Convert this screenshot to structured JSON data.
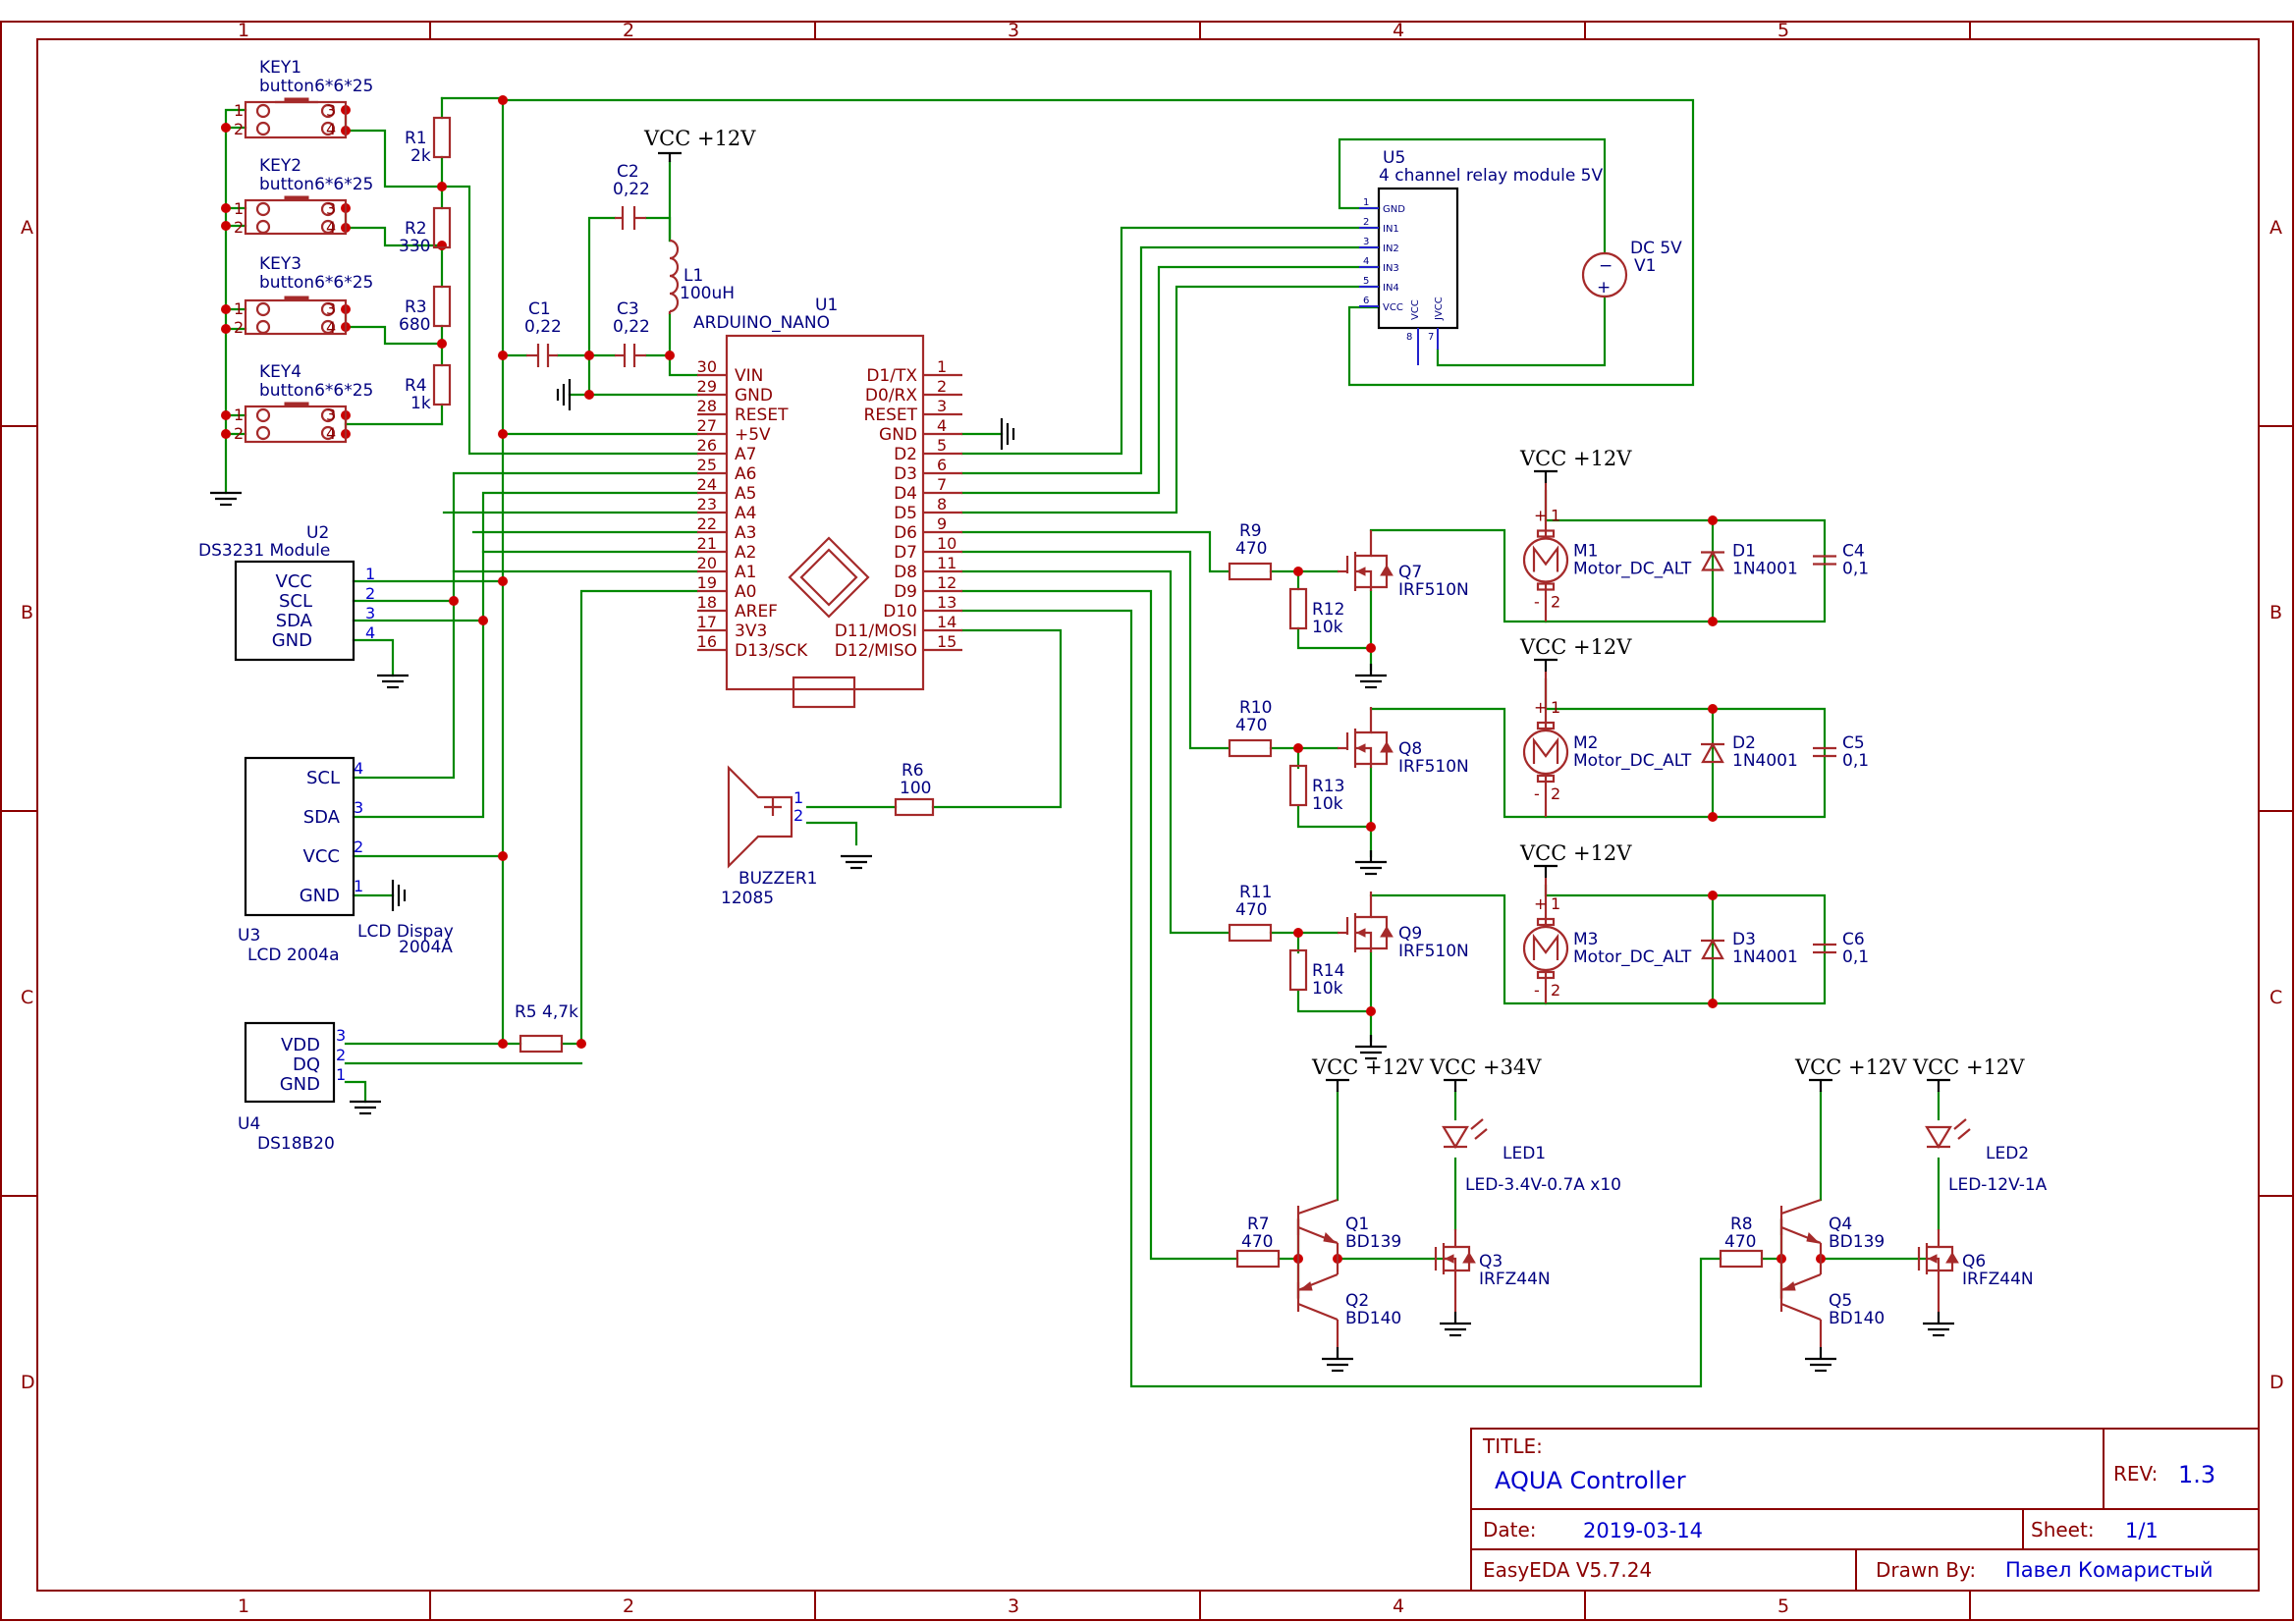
{
  "title_block": {
    "title_label": "TITLE:",
    "title": "AQUA Controller",
    "rev_label": "REV:",
    "rev": "1.3",
    "date_label": "Date:",
    "date": "2019-03-14",
    "sheet_label": "Sheet:",
    "sheet": "1/1",
    "tool": "EasyEDA V5.7.24",
    "drawn_label": "Drawn By:",
    "drawn_by": "Павел Комаристый"
  },
  "frame": {
    "columns": [
      "1",
      "2",
      "3",
      "4",
      "5"
    ],
    "rows": [
      "A",
      "B",
      "C",
      "D"
    ]
  },
  "keys": [
    {
      "ref": "KEY1",
      "value": "button6*6*25"
    },
    {
      "ref": "KEY2",
      "value": "button6*6*25"
    },
    {
      "ref": "KEY3",
      "value": "button6*6*25"
    },
    {
      "ref": "KEY4",
      "value": "button6*6*25"
    }
  ],
  "key_pins": [
    "1",
    "2",
    "3",
    "4"
  ],
  "resistors": [
    {
      "ref": "R1",
      "value": "2k"
    },
    {
      "ref": "R2",
      "value": "330"
    },
    {
      "ref": "R3",
      "value": "680"
    },
    {
      "ref": "R4",
      "value": "1k"
    },
    {
      "ref": "R5",
      "value": "R5 4,7k"
    },
    {
      "ref": "R6",
      "value": "100"
    },
    {
      "ref": "R7",
      "value": "470"
    },
    {
      "ref": "R8",
      "value": "470"
    },
    {
      "ref": "R9",
      "value": "470"
    },
    {
      "ref": "R10",
      "value": "470"
    },
    {
      "ref": "R11",
      "value": "470"
    },
    {
      "ref": "R12",
      "value": "10k"
    },
    {
      "ref": "R13",
      "value": "10k"
    },
    {
      "ref": "R14",
      "value": "10k"
    }
  ],
  "caps": [
    {
      "ref": "C1",
      "value": "0,22"
    },
    {
      "ref": "C2",
      "value": "0,22"
    },
    {
      "ref": "C3",
      "value": "0,22"
    },
    {
      "ref": "C4",
      "value": "0,1"
    },
    {
      "ref": "C5",
      "value": "0,1"
    },
    {
      "ref": "C6",
      "value": "0,1"
    }
  ],
  "inductor": {
    "ref": "L1",
    "value": "100uH"
  },
  "power": {
    "vcc12": "VCC +12V",
    "vcc34": "VCC +34V"
  },
  "nano": {
    "ref": "U1",
    "name": "ARDUINO_NANO",
    "left_pins": [
      {
        "num": "30",
        "name": "VIN"
      },
      {
        "num": "29",
        "name": "GND"
      },
      {
        "num": "28",
        "name": "RESET"
      },
      {
        "num": "27",
        "name": "+5V"
      },
      {
        "num": "26",
        "name": "A7"
      },
      {
        "num": "25",
        "name": "A6"
      },
      {
        "num": "24",
        "name": "A5"
      },
      {
        "num": "23",
        "name": "A4"
      },
      {
        "num": "22",
        "name": "A3"
      },
      {
        "num": "21",
        "name": "A2"
      },
      {
        "num": "20",
        "name": "A1"
      },
      {
        "num": "19",
        "name": "A0"
      },
      {
        "num": "18",
        "name": "AREF"
      },
      {
        "num": "17",
        "name": "3V3"
      },
      {
        "num": "16",
        "name": "D13/SCK"
      }
    ],
    "right_pins": [
      {
        "num": "1",
        "name": "D1/TX"
      },
      {
        "num": "2",
        "name": "D0/RX"
      },
      {
        "num": "3",
        "name": "RESET"
      },
      {
        "num": "4",
        "name": "GND"
      },
      {
        "num": "5",
        "name": "D2"
      },
      {
        "num": "6",
        "name": "D3"
      },
      {
        "num": "7",
        "name": "D4"
      },
      {
        "num": "8",
        "name": "D5"
      },
      {
        "num": "9",
        "name": "D6"
      },
      {
        "num": "10",
        "name": "D7"
      },
      {
        "num": "11",
        "name": "D8"
      },
      {
        "num": "12",
        "name": "D9"
      },
      {
        "num": "13",
        "name": "D10"
      },
      {
        "num": "14",
        "name": "D11/MOSI"
      },
      {
        "num": "15",
        "name": "D12/MISO"
      }
    ]
  },
  "ds3231": {
    "ref": "U2",
    "name": "DS3231 Module",
    "pins": [
      {
        "num": "1",
        "name": "VCC"
      },
      {
        "num": "2",
        "name": "SCL"
      },
      {
        "num": "3",
        "name": "SDA"
      },
      {
        "num": "4",
        "name": "GND"
      }
    ]
  },
  "lcd": {
    "ref": "U3",
    "value": "LCD 2004a",
    "name1": "LCD Dispay",
    "name2": "2004A",
    "pins": [
      {
        "num": "4",
        "name": "SCL"
      },
      {
        "num": "3",
        "name": "SDA"
      },
      {
        "num": "2",
        "name": "VCC"
      },
      {
        "num": "1",
        "name": "GND"
      }
    ]
  },
  "ds18b20": {
    "ref": "U4",
    "value": "DS18B20",
    "pins": [
      {
        "num": "3",
        "name": "VDD"
      },
      {
        "num": "2",
        "name": "DQ"
      },
      {
        "num": "1",
        "name": "GND"
      }
    ]
  },
  "relay": {
    "ref": "U5",
    "name": "4 channel relay module 5V",
    "pins": [
      {
        "num": "1",
        "name": "GND"
      },
      {
        "num": "2",
        "name": "IN1"
      },
      {
        "num": "3",
        "name": "IN2"
      },
      {
        "num": "4",
        "name": "IN3"
      },
      {
        "num": "5",
        "name": "IN4"
      },
      {
        "num": "6",
        "name": "VCC"
      }
    ],
    "bottom_pins": [
      {
        "num": "8",
        "name": "VCC"
      },
      {
        "num": "7",
        "name": "JVCC"
      }
    ]
  },
  "dc_source": {
    "ref": "V1",
    "name": "DC 5V"
  },
  "buzzer": {
    "ref": "BUZZER1",
    "value": "12085",
    "pins": [
      "1",
      "2"
    ]
  },
  "motors": [
    {
      "ref": "M1",
      "value": "Motor_DC_ALT"
    },
    {
      "ref": "M2",
      "value": "Motor_DC_ALT"
    },
    {
      "ref": "M3",
      "value": "Motor_DC_ALT"
    }
  ],
  "motor_pins": {
    "plus": "+",
    "one": "1",
    "minus": "-",
    "two": "2"
  },
  "diodes": [
    {
      "ref": "D1",
      "value": "1N4001"
    },
    {
      "ref": "D2",
      "value": "1N4001"
    },
    {
      "ref": "D3",
      "value": "1N4001"
    }
  ],
  "mosfets": [
    {
      "ref": "Q7",
      "value": "IRF510N"
    },
    {
      "ref": "Q8",
      "value": "IRF510N"
    },
    {
      "ref": "Q9",
      "value": "IRF510N"
    },
    {
      "ref": "Q3",
      "value": "IRFZ44N"
    },
    {
      "ref": "Q6",
      "value": "IRFZ44N"
    }
  ],
  "bjts": [
    {
      "ref": "Q1",
      "value": "BD139"
    },
    {
      "ref": "Q2",
      "value": "BD140"
    },
    {
      "ref": "Q4",
      "value": "BD139"
    },
    {
      "ref": "Q5",
      "value": "BD140"
    }
  ],
  "leds": [
    {
      "ref": "LED1",
      "value": "LED-3.4V-0.7A x10"
    },
    {
      "ref": "LED2",
      "value": "LED-12V-1A"
    }
  ]
}
